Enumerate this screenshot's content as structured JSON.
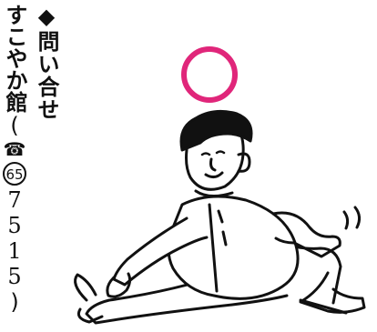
{
  "notice": {
    "heading": "◆問い合せ",
    "venue": "すこやか館",
    "tel_open": "(",
    "tel_icon": "☎",
    "area_code": "65",
    "number": "7515",
    "tel_close": ")"
  },
  "colors": {
    "circle_mark": "#e0267a",
    "ink": "#111111"
  }
}
